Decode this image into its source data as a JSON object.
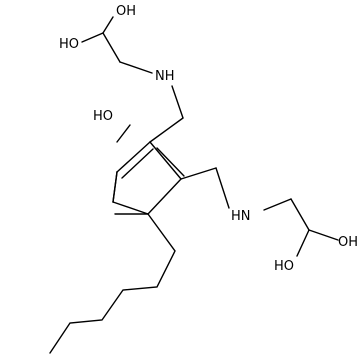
{
  "molecule": {
    "atom_labels": {
      "oh_top_a": "OH",
      "oh_top_b": "HO",
      "nh_top": "NH",
      "oh_phenol": "HO",
      "nh_right": "HN",
      "oh_right_a": "OH",
      "oh_right_b": "HO"
    },
    "colors": {
      "bond": "#000000",
      "label": "#000000",
      "background": "#ffffff"
    }
  }
}
